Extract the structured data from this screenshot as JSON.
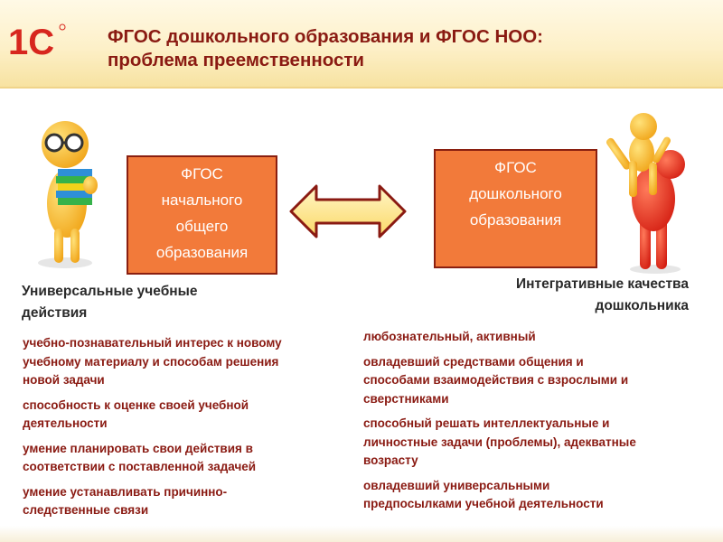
{
  "brand": {
    "logo_text": "1С",
    "colors": {
      "primary": "#d7261e",
      "accent": "#f27a3a",
      "text_dark": "#8a1a12",
      "header_bg": "#fdf0c8"
    }
  },
  "header": {
    "title_line1": "ФГОС дошкольного образования и ФГОС НОО:",
    "title_line2": "проблема преемственности"
  },
  "boxes": {
    "left": {
      "lines": [
        "ФГОС",
        "начального",
        "общего",
        "образования"
      ]
    },
    "right": {
      "lines": [
        "ФГОС",
        "дошкольного",
        "образования"
      ]
    }
  },
  "arrow": {
    "icon": "double-arrow-icon"
  },
  "left_column": {
    "heading_line1": "Универсальные учебные",
    "heading_line2": "действия",
    "items": [
      [
        "учебно-познавательный интерес к новому",
        "учебному материалу и способам решения",
        "новой задачи"
      ],
      [
        "способность к оценке своей учебной",
        "деятельности"
      ],
      [
        "умение планировать свои действия в",
        "соответствии с поставленной задачей"
      ],
      [
        "умение устанавливать причинно-",
        "следственные связи"
      ]
    ]
  },
  "right_column": {
    "heading_line1": "Интегративные качества",
    "heading_line2": "дошкольника",
    "items": [
      [
        "любознательный, активный"
      ],
      [
        "овладевший средствами общения и",
        "способами взаимодействия с взрослыми и",
        "сверстниками"
      ],
      [
        "способный решать интеллектуальные и",
        "личностные задачи (проблемы), адекватные",
        "возрасту"
      ],
      [
        "овладевший универсальными",
        "предпосылками учебной деятельности"
      ]
    ]
  },
  "figures": {
    "left": "student-with-books-icon",
    "right": "child-on-parent-shoulders-icon"
  }
}
